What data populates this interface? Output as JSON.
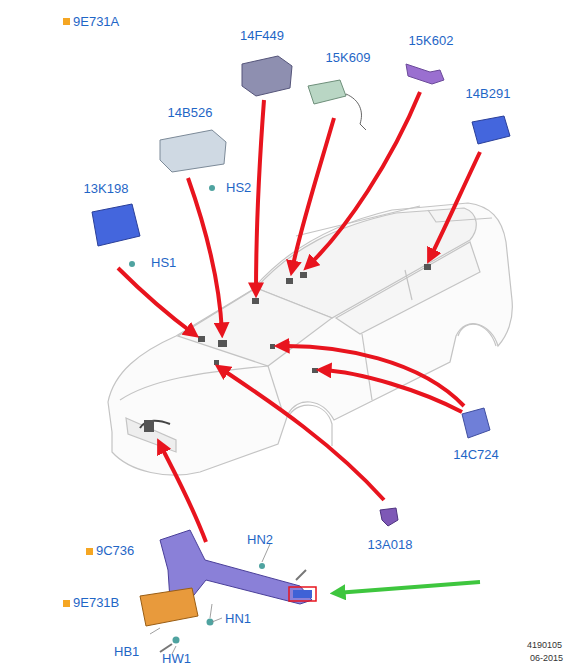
{
  "diagram": {
    "labels": [
      "9E731A",
      "14F449",
      "15K609",
      "15K602",
      "14B526",
      "HS2",
      "14B291",
      "13K198",
      "HS1",
      "14C724",
      "13A018",
      "9C736",
      "HN2",
      "HN1",
      "9E731B",
      "HB1",
      "HW1",
      "4190105",
      "06-2015"
    ]
  }
}
